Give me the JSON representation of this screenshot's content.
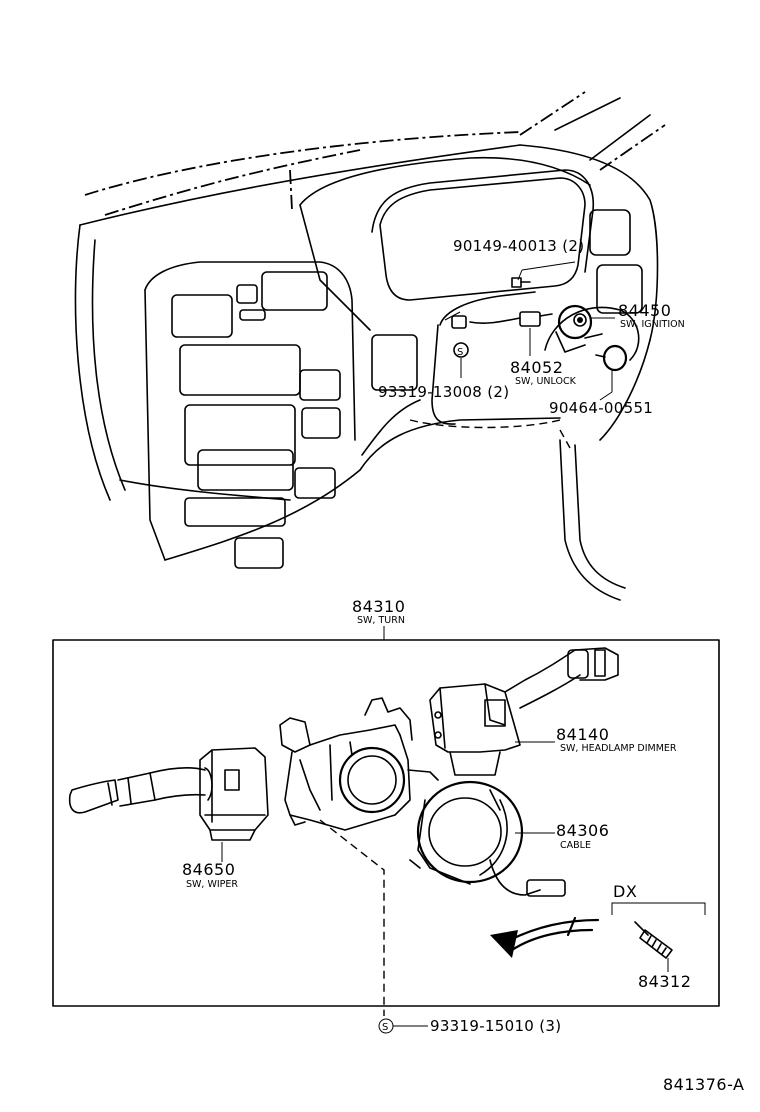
{
  "upper_callouts": {
    "bolt_top": {
      "part_no": "90149-40013 (2)"
    },
    "ignition": {
      "part_no": "84450",
      "desc": "SW, IGNITION"
    },
    "unlock": {
      "part_no": "84052",
      "desc": "SW, UNLOCK"
    },
    "screw_upper": {
      "part_no": "93319-13008 (2)"
    },
    "ring": {
      "part_no": "90464-00551"
    }
  },
  "turn_switch": {
    "part_no": "84310",
    "desc": "SW, TURN"
  },
  "box_callouts": {
    "headlamp": {
      "part_no": "84140",
      "desc": "SW, HEADLAMP DIMMER"
    },
    "cable": {
      "part_no": "84306",
      "desc": "CABLE"
    },
    "wiper": {
      "part_no": "84650",
      "desc": "SW, WIPER"
    },
    "dx_label": "DX",
    "pin": {
      "part_no": "84312"
    }
  },
  "bottom_screw": {
    "symbol": "S",
    "part_no": "93319-15010 (3)"
  },
  "figure_code": "841376-A"
}
